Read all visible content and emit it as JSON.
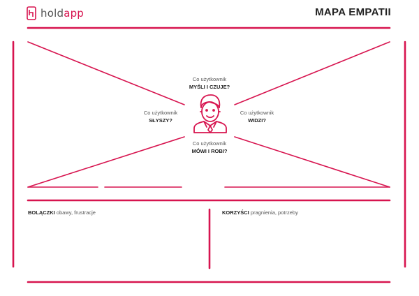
{
  "brand": {
    "logo_main": "hold",
    "logo_accent": "app"
  },
  "title": "MAPA EMPATII",
  "center_icon": "person-avatar-icon",
  "quadrants": {
    "top": {
      "prefix": "Co użytkownik",
      "question": "MYŚLI I CZUJE?"
    },
    "left": {
      "prefix": "Co użytkownik",
      "question": "SŁYSZY?"
    },
    "right": {
      "prefix": "Co użytkownik",
      "question": "WIDZI?"
    },
    "bottom": {
      "prefix": "Co użytkownik",
      "question": "MÓWI I ROBI?"
    }
  },
  "bottom_boxes": {
    "pains": {
      "label": "BOLĄCZKI",
      "detail": "obawy, frustracje"
    },
    "gains": {
      "label": "KORZYŚCI",
      "detail": "pragnienia, potrzeby"
    }
  },
  "colors": {
    "accent": "#d7144f",
    "text_dark": "#222222",
    "text_muted": "#555555"
  }
}
